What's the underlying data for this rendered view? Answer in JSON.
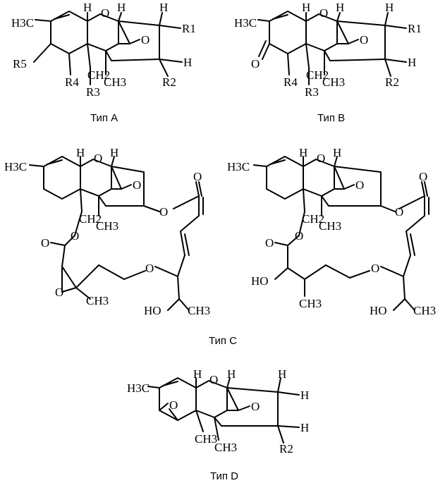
{
  "captions": {
    "a": "Тип A",
    "b": "Тип B",
    "c": "Тип C",
    "d": "Тип D"
  },
  "labels": {
    "h3c": "H3C",
    "ch3": "CH3",
    "ch2": "CH2",
    "h": "H",
    "o": "O",
    "r1": "R1",
    "r2": "R2",
    "r3": "R3",
    "r4": "R4",
    "r5": "R5",
    "ho": "HO"
  }
}
